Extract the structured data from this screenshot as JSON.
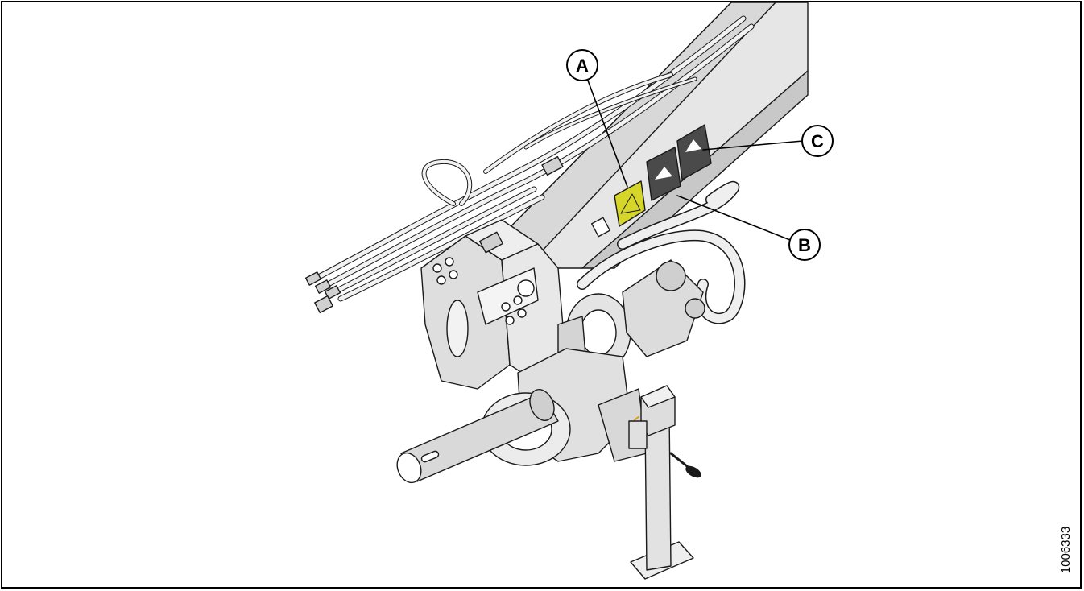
{
  "figure": {
    "id_number": "1006333",
    "callouts": [
      {
        "letter": "A"
      },
      {
        "letter": "B"
      },
      {
        "letter": "C"
      }
    ]
  },
  "colors": {
    "line": "#1a1a1a",
    "metal_light": "#e6e6e6",
    "metal_mid": "#cfcfcf",
    "metal_dark": "#9a9a9a",
    "decal_yellow": "#d6d62a",
    "decal_dark": "#4a4a4a"
  },
  "icons": [
    "hitch-assembly-illustration",
    "jack-stand-illustration",
    "driveline-shaft-illustration",
    "hydraulic-hoses-illustration"
  ]
}
